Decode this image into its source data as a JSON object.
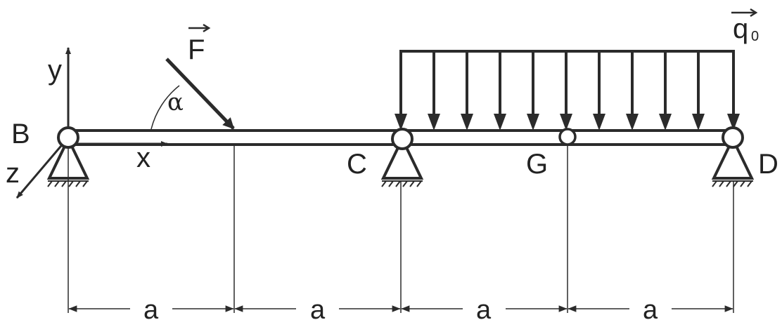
{
  "colors": {
    "ink": "#2b2b2b",
    "background": "#ffffff"
  },
  "axes": {
    "y": "y",
    "x": "x",
    "z": "z"
  },
  "points": {
    "B": "B",
    "C": "C",
    "G": "G",
    "D": "D"
  },
  "force": {
    "name": "F",
    "angle": "α"
  },
  "load": {
    "name": "q",
    "subscript": "0"
  },
  "dimensions": [
    "a",
    "a",
    "a",
    "a"
  ]
}
